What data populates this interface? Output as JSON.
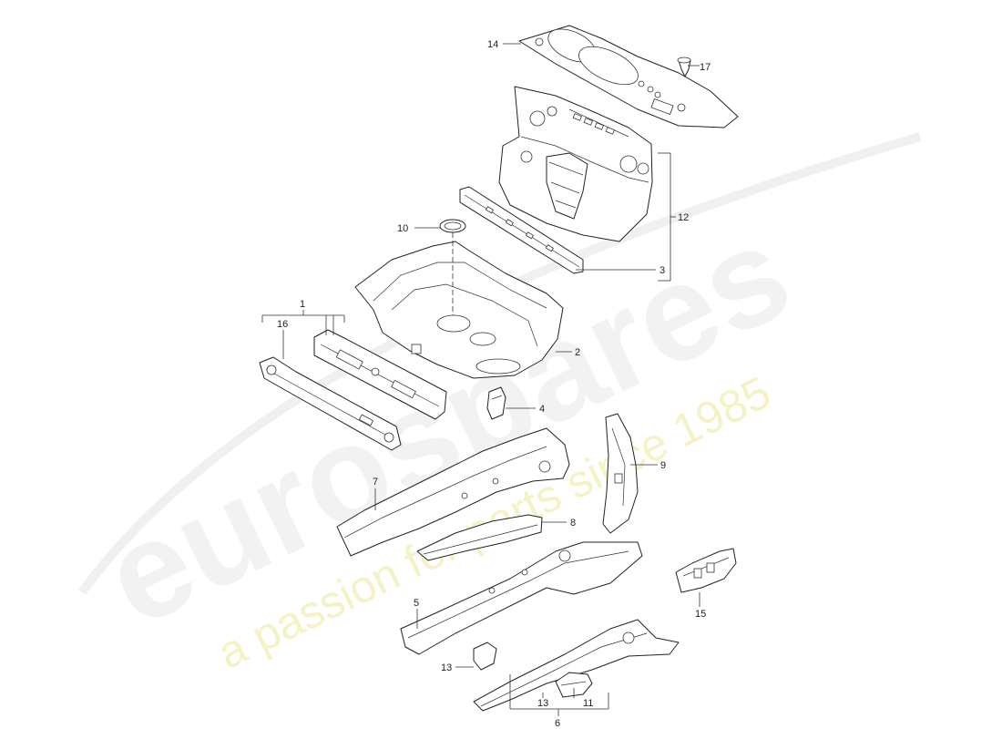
{
  "watermark": {
    "brand": "eurospares",
    "tagline": "a passion for parts since 1985",
    "brand_color": "#e8e8e8",
    "tagline_color": "#f3f0b0"
  },
  "labels": {
    "p1": "1",
    "p2": "2",
    "p3": "3",
    "p4": "4",
    "p5": "5",
    "p6": "6",
    "p7": "7",
    "p8": "8",
    "p9": "9",
    "p10": "10",
    "p11": "11",
    "p12": "12",
    "p13a": "13",
    "p13b": "13",
    "p14": "14",
    "p15": "15",
    "p16": "16",
    "p17": "17"
  }
}
